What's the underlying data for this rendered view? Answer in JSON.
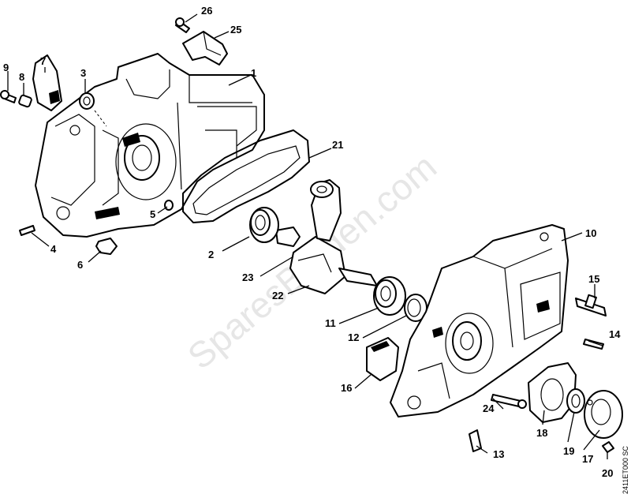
{
  "watermark": "SparesBarden.com",
  "drawing_code": "2411ET000 SC",
  "callouts": {
    "c1": "1",
    "c2": "2",
    "c3": "3",
    "c4": "4",
    "c5": "5",
    "c6": "6",
    "c7": "7",
    "c8": "8",
    "c9": "9",
    "c10": "10",
    "c11": "11",
    "c12": "12",
    "c13": "13",
    "c14": "14",
    "c15": "15",
    "c16": "16",
    "c17": "17",
    "c18": "18",
    "c19": "19",
    "c20": "20",
    "c21": "21",
    "c22": "22",
    "c23": "23",
    "c24": "24",
    "c25": "25",
    "c26": "26"
  }
}
